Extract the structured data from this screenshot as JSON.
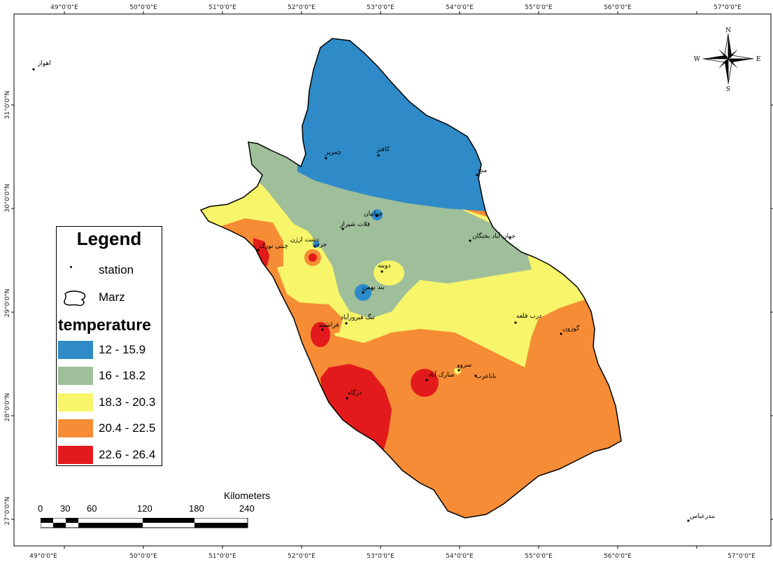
{
  "map": {
    "graticule": {
      "lon_labels": [
        "49°0'0\"E",
        "50°0'0\"E",
        "51°0'0\"E",
        "52°0'0\"E",
        "53°0'0\"E",
        "54°0'0\"E",
        "55°0'0\"E",
        "56°0'0\"E",
        "57°0'0\"E"
      ],
      "lat_labels": [
        "31°0'0\"N",
        "30°0'0\"N",
        "29°0'0\"N",
        "28°0'0\"N",
        "27°0'0\"N"
      ]
    },
    "north_arrow": {
      "n": "N",
      "s": "S",
      "e": "E",
      "w": "W"
    },
    "stations": [
      {
        "name": "اهواز"
      },
      {
        "name": "چمریز"
      },
      {
        "name": "کافتر"
      },
      {
        "name": "منج"
      },
      {
        "name": "جهانبان"
      },
      {
        "name": "قلات شیراز"
      },
      {
        "name": "دشت ارژن"
      },
      {
        "name": "چیتی نورک"
      },
      {
        "name": "جره"
      },
      {
        "name": "جهان آباد بختگان"
      },
      {
        "name": "دوبنه"
      },
      {
        "name": "بند بهمن"
      },
      {
        "name": "تنگ فیروزآباد"
      },
      {
        "name": "فراشبند"
      },
      {
        "name": "درب قلعه"
      },
      {
        "name": "گوزون"
      },
      {
        "name": "سروو"
      },
      {
        "name": "باباعرب"
      },
      {
        "name": "مبارک آباد"
      },
      {
        "name": "دزگاه"
      },
      {
        "name": "بندرعباس"
      }
    ],
    "colors": {
      "c1": "#2e8bc8",
      "c2": "#9fbe9a",
      "c3": "#f7f56a",
      "c4": "#f68c35",
      "c5": "#e31a1c"
    }
  },
  "legend": {
    "title": "Legend",
    "station_label": "station",
    "marz_label": "Marz",
    "temperature_title": "temperature",
    "classes": [
      {
        "label": "12 - 15.9",
        "color": "#2e8bc8"
      },
      {
        "label": "16 - 18.2",
        "color": "#9fbe9a"
      },
      {
        "label": "18.3 - 20.3",
        "color": "#f7f56a"
      },
      {
        "label": "20.4 - 22.5",
        "color": "#f68c35"
      },
      {
        "label": "22.6 - 26.4",
        "color": "#e31a1c"
      }
    ]
  },
  "scalebar": {
    "title": "Kilometers",
    "ticks": [
      "0",
      "30",
      "60",
      "120",
      "180",
      "240"
    ]
  }
}
